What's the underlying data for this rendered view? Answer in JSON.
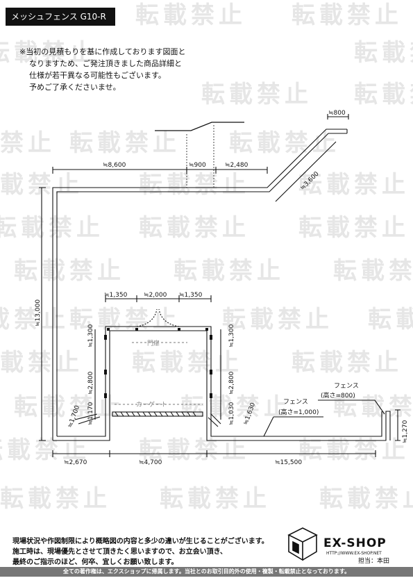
{
  "header": {
    "title": "メッシュフェンス G10-R"
  },
  "note": [
    "※当初の見積もりを基に作成しております図面と",
    "なりますため、ご発注頂きました商品詳細と",
    "仕様が若干異なる可能性もございます。",
    "予めご了承くださいませ。"
  ],
  "watermark": "転載禁止",
  "dimensions": {
    "top_800": "≒800",
    "top_8600": "≒8,600",
    "top_900": "≒900",
    "top_2480": "≒2,480",
    "diag_3600": "≒3,600",
    "left_13000": "≒13,000",
    "gate_1350_l": "≒1,350",
    "gate_2000": "≒2,000",
    "gate_1350_r": "≒1,350",
    "side_1300_l": "≒1,300",
    "side_2800_l": "≒2,800",
    "side_1170_l": "≒1,170",
    "side_1700_l": "≒1,700",
    "side_1300_r": "≒1,300",
    "side_2800_r": "≒2,800",
    "side_1030_r": "≒1,030",
    "side_1630_r": "≒1,630",
    "right_1270": "≒1,270",
    "bottom_2670": "≒2,670",
    "bottom_4700": "≒4,700",
    "bottom_15500": "≒15,500"
  },
  "labels": {
    "gate": "門扉",
    "car_gate": "カーゲート",
    "fence_800_name": "フェンス",
    "fence_800_height": "(高さ=800)",
    "fence_1000_name": "フェンス",
    "fence_1000_height": "(高さ=1,000)"
  },
  "footer": {
    "lines": [
      "現場状況や作図制限により概略図の内容と多少の違いが生じることがございます。",
      "施工時は、現場優先とさせて頂きたく思いますので、お立会い頂き、",
      "最終のご指示のほど、何卒、宜しくお願い致します。"
    ],
    "brand": "EX-SHOP",
    "url": "HTTP://WWW.EX-SHOP.NET",
    "staff": "担当：本田",
    "copyright": "全ての著作権は、エクスショップに帰属します。当社とのお取引目的外の使用・複製・転載禁止となっております。"
  }
}
